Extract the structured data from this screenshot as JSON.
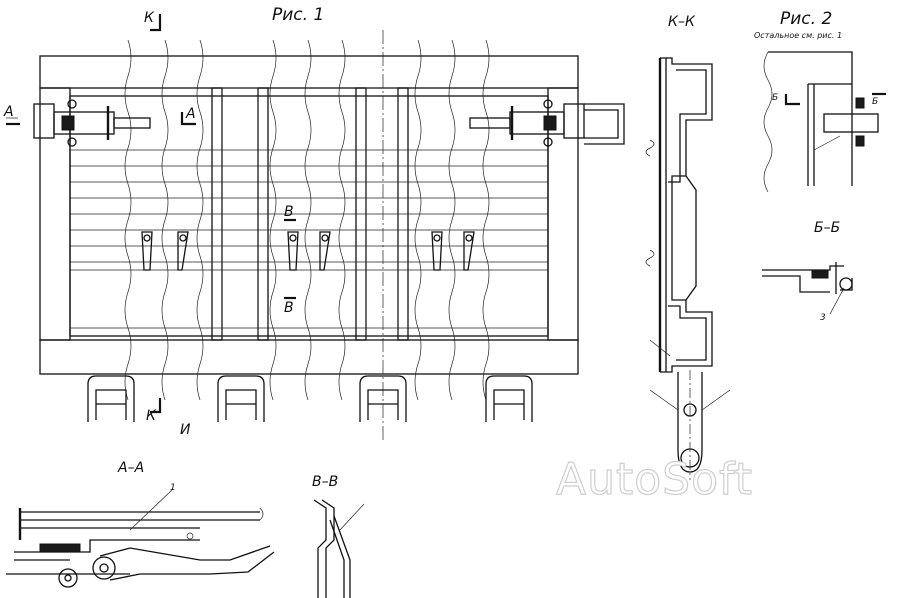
{
  "titles": {
    "fig1": "Рис. 1",
    "fig2": "Рис. 2",
    "fig2_note": "Остальное см. рис. 1"
  },
  "sections": {
    "kk": "К–К",
    "aa": "А–А",
    "vv": "В–В",
    "bb": "Б–Б"
  },
  "cut_marks": {
    "k": "К",
    "a": "А",
    "v": "В",
    "b": "Б",
    "i": "И"
  },
  "callouts": {
    "one": "1",
    "three": "3"
  },
  "watermark": "AutoSoft"
}
